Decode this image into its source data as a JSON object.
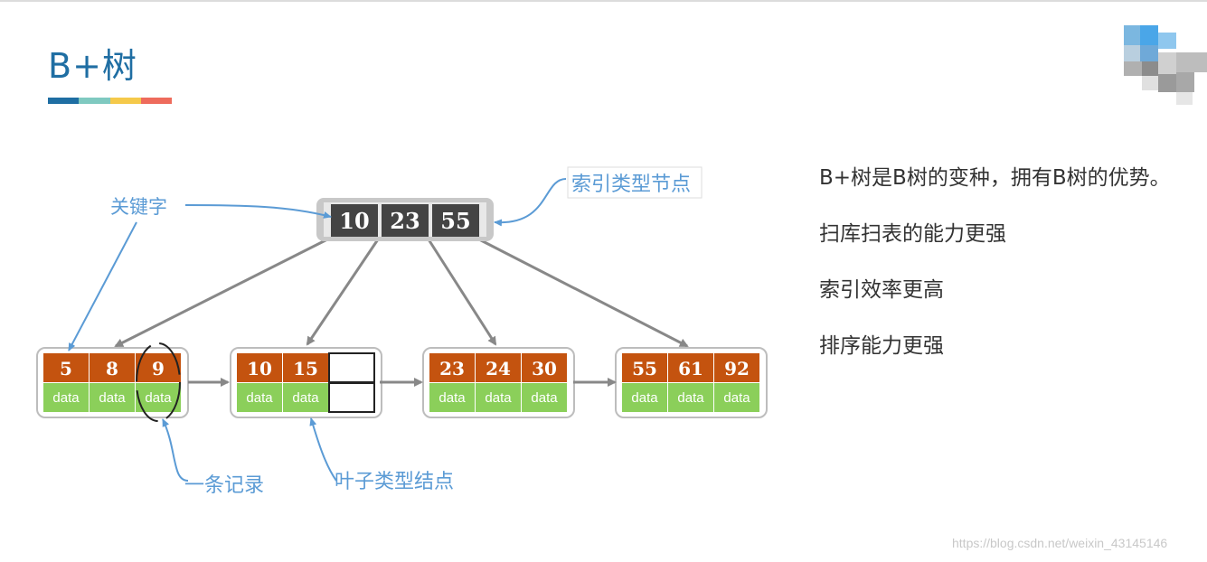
{
  "title": "B+树",
  "title_bar_colors": [
    "#1f6ea3",
    "#7fc9c0",
    "#f5c94a",
    "#ee6b5c"
  ],
  "bullets": [
    "B+树是B树的变种，拥有B树的优势。",
    "扫库扫表的能力更强",
    "索引效率更高",
    "排序能力更强"
  ],
  "diagram": {
    "root_keys": [
      "10",
      "23",
      "55"
    ],
    "leaves": [
      {
        "keys": [
          "5",
          "8",
          "9"
        ],
        "data": [
          "data",
          "data",
          "data"
        ]
      },
      {
        "keys": [
          "10",
          "15",
          ""
        ],
        "data": [
          "data",
          "data",
          ""
        ]
      },
      {
        "keys": [
          "23",
          "24",
          "30"
        ],
        "data": [
          "data",
          "data",
          "data"
        ]
      },
      {
        "keys": [
          "55",
          "61",
          "92"
        ],
        "data": [
          "data",
          "data",
          "data"
        ]
      }
    ],
    "labels": {
      "index_node": "索引类型节点",
      "keyword": "关键字",
      "record": "一条记录",
      "leaf_node": "叶子类型结点"
    },
    "colors": {
      "key_cell": "#c4530f",
      "data_cell": "#8bcf5a",
      "root_cell": "#444444",
      "label": "#5b9bd5",
      "arrow": "#888888"
    }
  },
  "watermark": "https://blog.csdn.net/weixin_43145146"
}
